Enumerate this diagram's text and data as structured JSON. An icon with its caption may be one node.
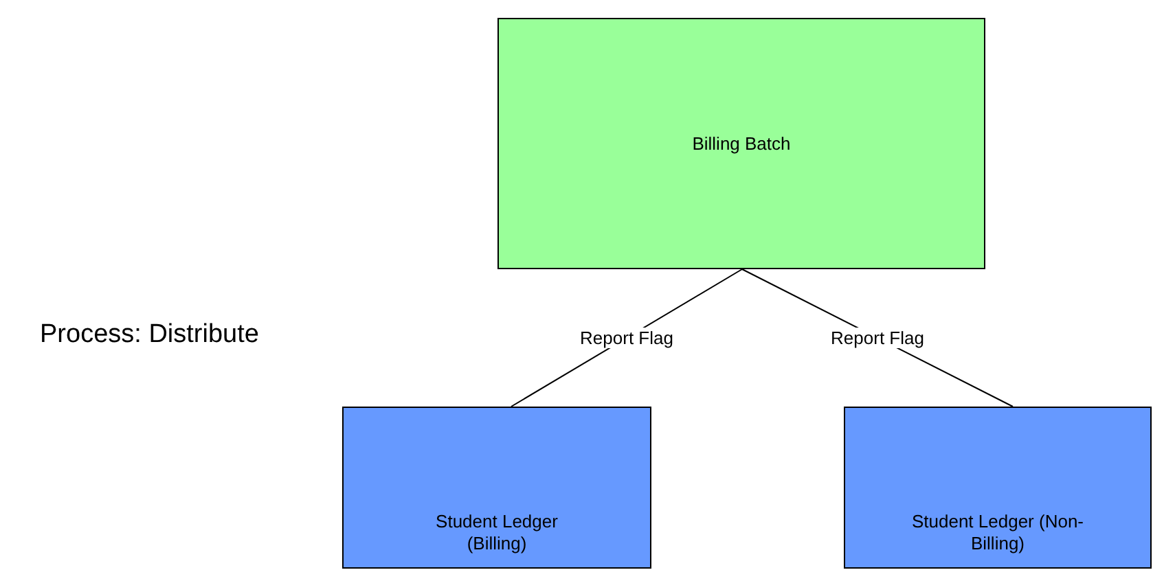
{
  "diagram": {
    "nodes": [
      {
        "text": [
          "Billing Batch"
        ]
      },
      {
        "text": [
          "Student Ledger (Billing)"
        ]
      },
      {
        "text": [
          "Student Ledger (Non-Billing)"
        ]
      }
    ],
    "edges": [
      {
        "from": 0,
        "to": 1,
        "arrow": "none",
        "label": "Report Flag"
      },
      {
        "from": 0,
        "to": 2,
        "arrow": "none",
        "label": "Report Flag"
      }
    ],
    "labels": [
      "Process: Distribute"
    ]
  }
}
